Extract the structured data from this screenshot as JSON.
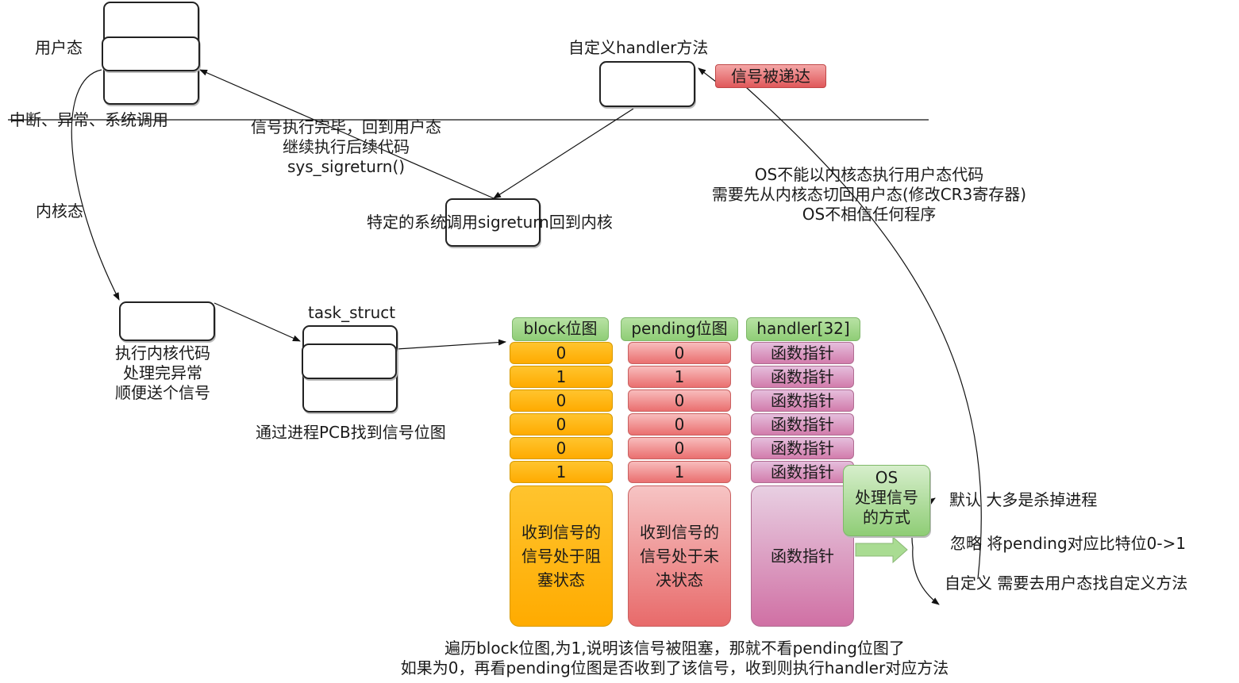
{
  "labels": {
    "user_mode": "用户态",
    "interrupt": "中断、异常、系统调用",
    "kernel_mode": "内核态",
    "return_note": [
      "信号执行完毕，回到用户态",
      "继续执行后续代码",
      "sys_sigreturn()"
    ],
    "sigreturn_note": "特定的系统调用sigreturn回到内核",
    "custom_handler": "自定义handler方法",
    "signal_delivered": "信号被递达",
    "os_note": [
      "OS不能以内核态执行用户态代码",
      "需要先从内核态切回用户态(修改CR3寄存器)",
      "OS不相信任何程序"
    ],
    "exec_kernel": [
      "执行内核代码",
      "处理完异常",
      "顺便送个信号"
    ],
    "task_struct": "task_struct",
    "pcb_note": "通过进程PCB找到信号位图",
    "os_handle": [
      "OS",
      "处理信号",
      "的方式"
    ],
    "default_action": "默认  大多是杀掉进程",
    "ignore_action": "忽略  将pending对应比特位0->1",
    "custom_action": "自定义 需要去用户态找自定义方法",
    "footer": [
      "遍历block位图,为1,说明该信号被阻塞，那就不看pending位图了",
      "如果为0，再看pending位图是否收到了该信号，收到则执行handler对应方法"
    ]
  },
  "tables": {
    "block": {
      "header": "block位图",
      "values": [
        "0",
        "1",
        "0",
        "0",
        "0",
        "1"
      ],
      "footer": [
        "收到信号的",
        "信号处于阻",
        "塞状态"
      ]
    },
    "pending": {
      "header": "pending位图",
      "values": [
        "0",
        "1",
        "0",
        "0",
        "0",
        "1"
      ],
      "footer": [
        "收到信号的",
        "信号处于未",
        "决状态"
      ]
    },
    "handler": {
      "header": "handler[32]",
      "values": [
        "函数指针",
        "函数指针",
        "函数指针",
        "函数指针",
        "函数指针",
        "函数指针"
      ],
      "footer": [
        "函数指针"
      ]
    }
  },
  "colors": {
    "block": "#ffb300",
    "pending": "#ec7f7f",
    "handler": "#d68ab5",
    "header": "#9fd587",
    "delivered": "#e56a6a"
  }
}
